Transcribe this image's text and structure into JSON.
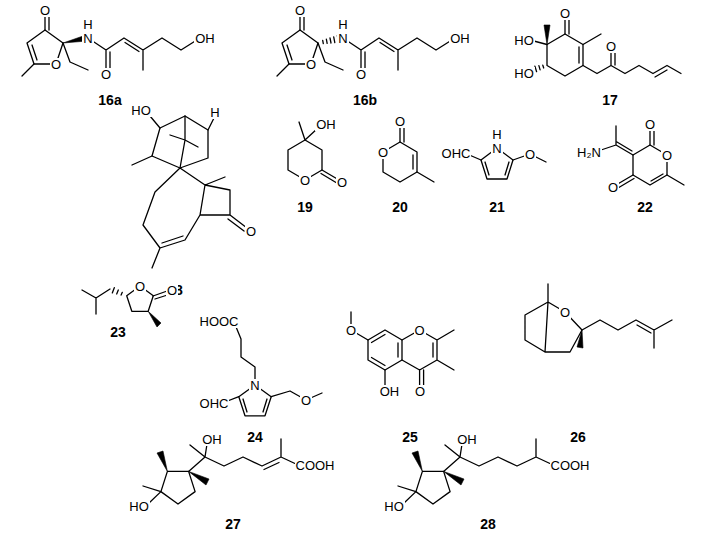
{
  "diagram": {
    "labels": [
      "O",
      "H",
      "N",
      "O",
      "O",
      "OH",
      "16a",
      "O",
      "H",
      "N",
      "O",
      "O",
      "OH",
      "16b",
      "O",
      "HO",
      "HO",
      "O",
      "17",
      "HO",
      "H",
      "O",
      "18",
      "OH",
      "O",
      "O",
      "19",
      "O",
      "O",
      "20",
      "H",
      "N",
      "OHC",
      "O",
      "21",
      "H₂N",
      "O",
      "O",
      "O",
      "22",
      "O",
      "O",
      "23",
      "HOOC",
      "N",
      "OHC",
      "O",
      "24",
      "O",
      "O",
      "O",
      "OH",
      "25",
      "O",
      "26",
      "OH",
      "HO",
      "COOH",
      "27",
      "OH",
      "HO",
      "COOH",
      "28"
    ]
  }
}
